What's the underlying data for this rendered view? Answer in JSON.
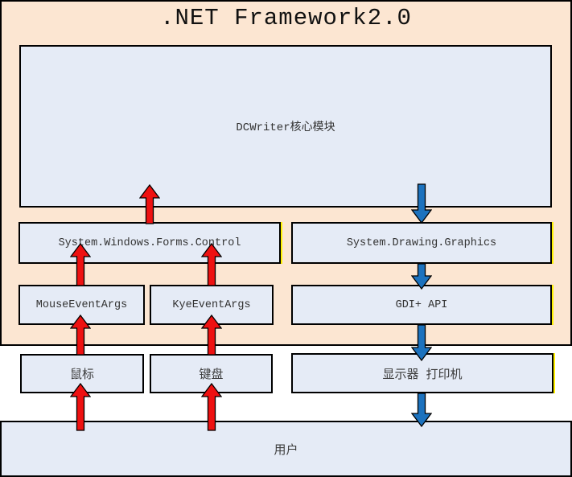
{
  "diagram": {
    "title": ".NET Framework2.0",
    "nodes": {
      "dcwriter": "DCWriter核心模块",
      "forms_control": "System.Windows.Forms.Control",
      "drawing_graphics": "System.Drawing.Graphics",
      "mouse_event_args": "MouseEventArgs",
      "key_event_args": "KyeEventArgs",
      "gdi_api": "GDI+ API",
      "mouse": "鼠标",
      "keyboard": "键盘",
      "display_printer": "显示器 打印机",
      "user": "用户"
    },
    "flows": {
      "input_arrows": "red: 用户 → 鼠标/键盘 → MouseEventArgs/KyeEventArgs → System.Windows.Forms.Control → DCWriter核心模块",
      "output_arrows": "blue: DCWriter核心模块 → System.Drawing.Graphics → GDI+ API → 显示器 打印机 → 用户"
    }
  },
  "colors": {
    "frame_bg": "#FCE6D2",
    "box_bg": "#E5EBF6",
    "box_border": "#000000",
    "arrow_input": "#EE1111",
    "arrow_output": "#1C72BE",
    "edge_highlight": "#FFF200"
  }
}
